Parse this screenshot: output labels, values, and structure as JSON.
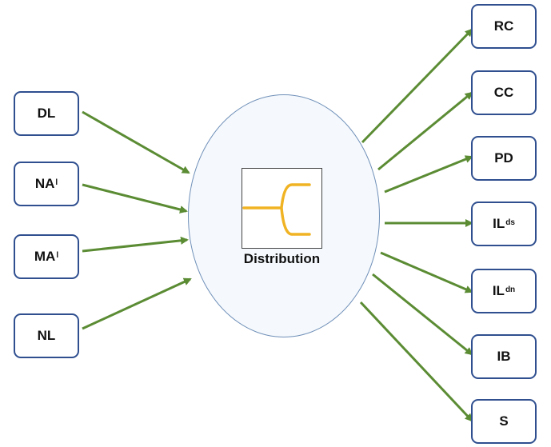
{
  "center": {
    "label": "Distribution",
    "icon": "distribution-branch-icon",
    "icon_color": "#f0b323"
  },
  "inputs": [
    {
      "base": "DL",
      "sup": ""
    },
    {
      "base": "NA",
      "sup": "l"
    },
    {
      "base": "MA",
      "sup": "l"
    },
    {
      "base": "NL",
      "sup": ""
    }
  ],
  "outputs": [
    {
      "base": "RC",
      "sup": ""
    },
    {
      "base": "CC",
      "sup": ""
    },
    {
      "base": "PD",
      "sup": ""
    },
    {
      "base": "IL",
      "sup": "ds"
    },
    {
      "base": "IL",
      "sup": "dn"
    },
    {
      "base": "IB",
      "sup": ""
    },
    {
      "base": "S",
      "sup": ""
    }
  ],
  "colors": {
    "arrow": "#5b8c34",
    "box_border": "#2f4f8f",
    "ellipse_border": "#6f8fb8"
  }
}
